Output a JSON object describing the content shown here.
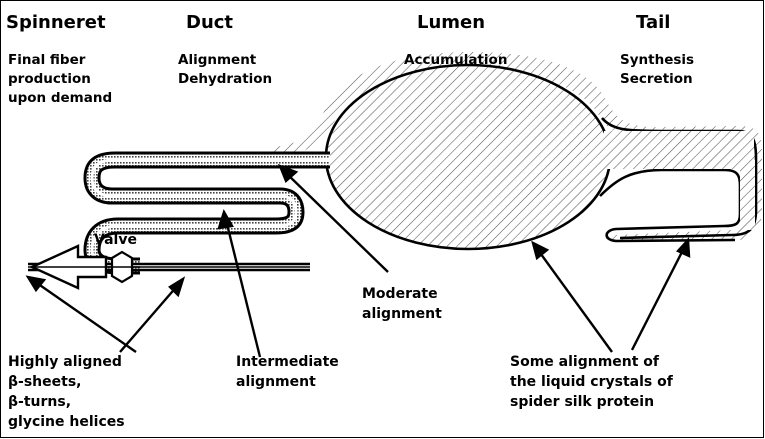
{
  "sections": {
    "spinneret": {
      "title": "Spinneret",
      "lines": [
        "Final fiber",
        "production",
        "upon demand"
      ]
    },
    "duct": {
      "title": "Duct",
      "lines": [
        "Alignment",
        "Dehydration"
      ]
    },
    "lumen": {
      "title": "Lumen",
      "lines": [
        "Accumulation"
      ]
    },
    "tail": {
      "title": "Tail",
      "lines": [
        "Synthesis",
        "Secretion"
      ]
    }
  },
  "labels": {
    "valve": "Valve",
    "moderate": [
      "Moderate",
      "alignment"
    ],
    "intermediate": [
      "Intermediate",
      "alignment"
    ],
    "high": [
      "Highly aligned",
      "β-sheets,",
      "β-turns,",
      "glycine helices"
    ],
    "some": [
      "Some alignment of",
      "the liquid crystals of",
      "spider silk protein"
    ]
  },
  "colors": {
    "line": "#000000",
    "background": "#ffffff"
  }
}
